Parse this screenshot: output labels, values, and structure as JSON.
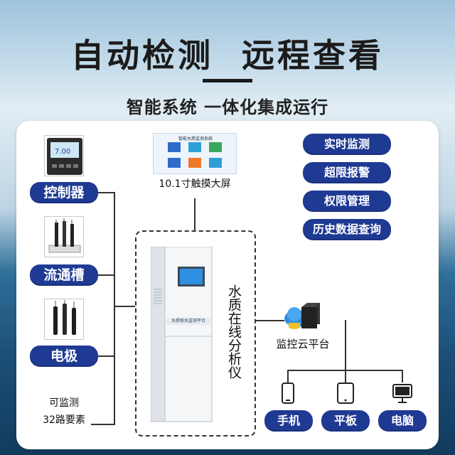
{
  "header": {
    "title": "自动检测  远程查看",
    "subtitle": "智能系统 一体化集成运行"
  },
  "left_items": [
    {
      "label": "控制器",
      "icon": "controller-icon"
    },
    {
      "label": "流通槽",
      "icon": "flow-cell-icon"
    },
    {
      "label": "电极",
      "icon": "electrode-icon"
    }
  ],
  "monitor_note": {
    "line1": "可监测",
    "line2": "32路要素"
  },
  "screen": {
    "caption": "10.1寸触摸大屏",
    "ui_title": "智能水质监测系统"
  },
  "cabinet": {
    "panel_text": "水质取水监测平台",
    "vertical_label": "水质在线分析仪"
  },
  "features": [
    "实时监测",
    "超限报警",
    "权限管理",
    "历史数据查询"
  ],
  "cloud": {
    "label": "监控云平台"
  },
  "devices": [
    {
      "label": "手机",
      "icon": "phone-icon"
    },
    {
      "label": "平板",
      "icon": "tablet-icon"
    },
    {
      "label": "电脑",
      "icon": "computer-icon"
    }
  ],
  "colors": {
    "pill": "#1f3a93",
    "sea_dark": "#123b5e",
    "sky": "#c3dbea"
  }
}
